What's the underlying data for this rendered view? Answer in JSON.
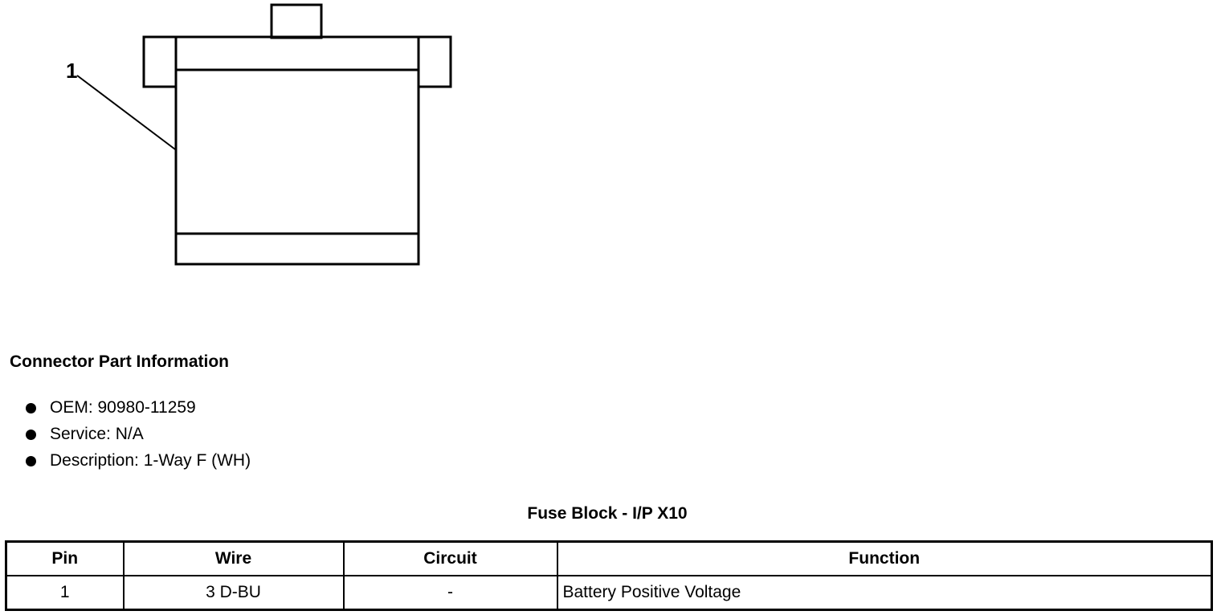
{
  "diagram": {
    "callout": "1"
  },
  "part_info": {
    "heading": "Connector Part Information",
    "items": [
      "OEM: 90980-11259",
      "Service: N/A",
      "Description: 1-Way F (WH)"
    ]
  },
  "table": {
    "title": "Fuse Block - I/P X10",
    "headers": [
      "Pin",
      "Wire",
      "Circuit",
      "Function"
    ],
    "rows": [
      [
        "1",
        "3 D-BU",
        "-",
        "Battery Positive Voltage"
      ]
    ]
  }
}
